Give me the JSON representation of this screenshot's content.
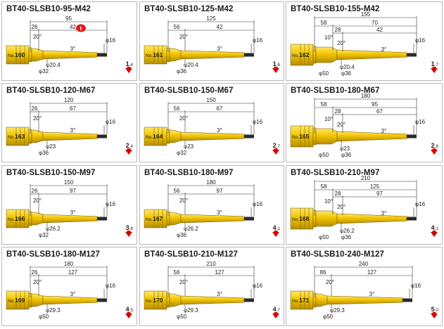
{
  "tools": [
    {
      "title": "BT40-SLSB10-95-M42",
      "no_label": "No.",
      "no": "160",
      "d_body": "φ32",
      "d_mid": "φ20.4",
      "d_tip": "φ16",
      "lengths": [
        "95",
        "26",
        "42"
      ],
      "angles": [
        "20°",
        "3°"
      ],
      "extra_d": null,
      "weight": "1.4",
      "note_badge": "t",
      "tip_len": 42
    },
    {
      "title": "BT40-SLSB10-125-M42",
      "no_label": "No.",
      "no": "161",
      "d_body": "φ36",
      "d_mid": "φ20.4",
      "d_tip": "φ16",
      "lengths": [
        "125",
        "56",
        "42"
      ],
      "angles": [
        "20°",
        "3°"
      ],
      "extra_d": null,
      "weight": "1.6",
      "note_badge": null
    },
    {
      "title": "BT40-SLSB10-155-M42",
      "no_label": "No.",
      "no": "162",
      "d_body": "φ50",
      "d_mid": "φ20.4",
      "d_tip": "φ16",
      "lengths": [
        "155",
        "58",
        "70",
        "28",
        "42"
      ],
      "angles": [
        "10°",
        "20°",
        "3°"
      ],
      "extra_d": "φ36",
      "weight": "1.7",
      "note_badge": null
    },
    {
      "title": "BT40-SLSB10-120-M67",
      "no_label": "No.",
      "no": "163",
      "d_body": "φ36",
      "d_mid": "φ23",
      "d_tip": "φ16",
      "lengths": [
        "120",
        "26",
        "67"
      ],
      "angles": [
        "20°",
        "3°"
      ],
      "extra_d": null,
      "weight": "2.4",
      "note_badge": null
    },
    {
      "title": "BT40-SLSB10-150-M67",
      "no_label": "No.",
      "no": "164",
      "d_body": "φ32",
      "d_mid": "φ23",
      "d_tip": "φ16",
      "lengths": [
        "150",
        "56",
        "67"
      ],
      "angles": [
        "20°",
        "3°"
      ],
      "extra_d": null,
      "weight": "2.7",
      "note_badge": null
    },
    {
      "title": "BT40-SLSB10-180-M67",
      "no_label": "No.",
      "no": "165",
      "d_body": "φ50",
      "d_mid": "φ23",
      "d_tip": "φ16",
      "lengths": [
        "180",
        "58",
        "95",
        "28",
        "67"
      ],
      "angles": [
        "10°",
        "20°",
        "3°"
      ],
      "extra_d": "φ36",
      "weight": "2.8",
      "note_badge": null
    },
    {
      "title": "BT40-SLSB10-150-M97",
      "no_label": "No.",
      "no": "166",
      "d_body": "φ32",
      "d_mid": "φ26.2",
      "d_tip": "φ16",
      "lengths": [
        "150",
        "26",
        "97"
      ],
      "angles": [
        "20°",
        "3°"
      ],
      "extra_d": null,
      "weight": "3.6",
      "note_badge": null
    },
    {
      "title": "BT40-SLSB10-180-M97",
      "no_label": "No.",
      "no": "167",
      "d_body": "φ36",
      "d_mid": "φ26.2",
      "d_tip": "φ16",
      "lengths": [
        "180",
        "56",
        "97"
      ],
      "angles": [
        "20°",
        "3°"
      ],
      "extra_d": null,
      "weight": "4.1",
      "note_badge": null
    },
    {
      "title": "BT40-SLSB10-210-M97",
      "no_label": "No.",
      "no": "168",
      "d_body": "φ50",
      "d_mid": "φ26.2",
      "d_tip": "φ16",
      "lengths": [
        "210",
        "58",
        "125",
        "28",
        "97"
      ],
      "angles": [
        "10°",
        "20°",
        "3°"
      ],
      "extra_d": "φ36",
      "weight": "4.1",
      "note_badge": null
    },
    {
      "title": "BT40-SLSB10-180-M127",
      "no_label": "No.",
      "no": "169",
      "d_body": "φ50",
      "d_mid": "φ29.3",
      "d_tip": "φ16",
      "lengths": [
        "180",
        "26",
        "127"
      ],
      "angles": [
        "20°",
        "3°"
      ],
      "extra_d": null,
      "weight": "4.5",
      "note_badge": null
    },
    {
      "title": "BT40-SLSB10-210-M127",
      "no_label": "No.",
      "no": "170",
      "d_body": "φ50",
      "d_mid": "φ29.3",
      "d_tip": "φ16",
      "lengths": [
        "210",
        "56",
        "127"
      ],
      "angles": [
        "20°",
        "3°"
      ],
      "extra_d": null,
      "weight": "4.7",
      "note_badge": null
    },
    {
      "title": "BT40-SLSB10-240-M127",
      "no_label": "No.",
      "no": "171",
      "d_body": "φ50",
      "d_mid": "φ29.3",
      "d_tip": "φ16",
      "lengths": [
        "240",
        "86",
        "127"
      ],
      "angles": [
        "20°",
        "3°"
      ],
      "extra_d": null,
      "weight": "5.0",
      "note_badge": null
    }
  ],
  "colors": {
    "holder": "#f2c400",
    "holder_dark": "#b88f00",
    "holder_light": "#ffe766",
    "tip": "#2a2a2a",
    "arrow": "#d40000",
    "badge": "#e01818",
    "border": "#b9b9b9"
  }
}
